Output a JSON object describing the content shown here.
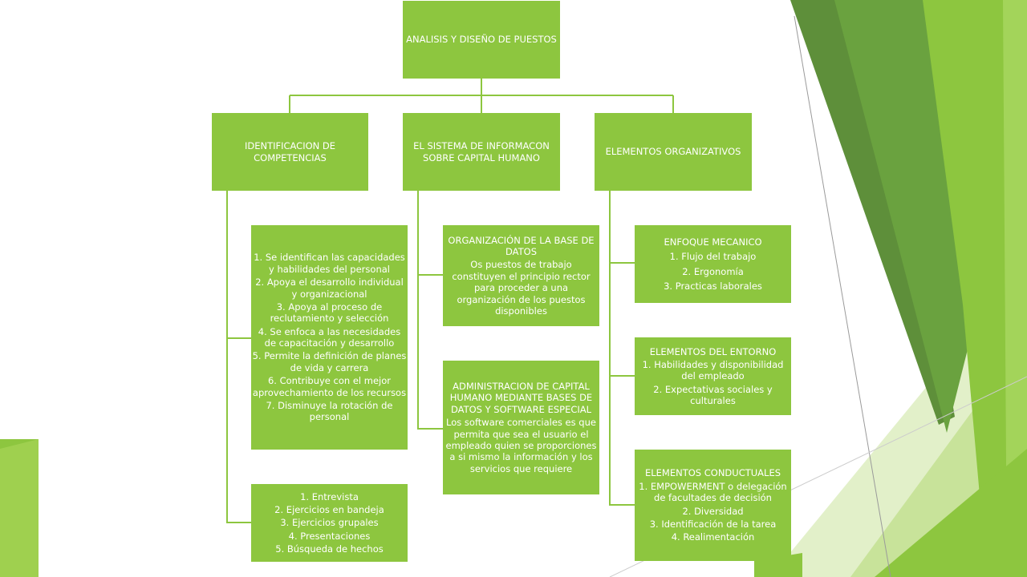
{
  "root": {
    "title": "ANALISIS Y DISEÑO DE PUESTOS"
  },
  "branches": {
    "competencias": {
      "title": "IDENTIFICACION DE COMPETENCIAS",
      "items": [
        "1. Se identifican las capacidades y habilidades del personal",
        "2. Apoya el desarrollo individual y organizacional",
        "3. Apoya al proceso de reclutamiento y selección",
        "4. Se enfoca a las necesidades de capacitación y desarrollo",
        "5. Permite la definición de planes de vida y carrera",
        "6. Contribuye con el mejor aprovechamiento de los recursos",
        "7. Disminuye la rotación de personal"
      ],
      "methods": [
        "1. Entrevista",
        "2. Ejercicios en bandeja",
        "3. Ejercicios grupales",
        "4. Presentaciones",
        "5. Búsqueda de hechos"
      ]
    },
    "sistema": {
      "title": "EL SISTEMA DE INFORMACON SOBRE CAPITAL HUMANO",
      "base_datos": {
        "title": "ORGANIZACIÓN DE LA BASE DE DATOS",
        "text": "Os puestos de trabajo constituyen el principio rector para proceder a una organización de los puestos disponibles"
      },
      "administracion": {
        "title": "ADMINISTRACION DE CAPITAL HUMANO MEDIANTE BASES DE DATOS Y SOFTWARE ESPECIAL",
        "text": "Los software comerciales es que permita que sea el usuario el empleado quien se proporciones a si mismo la información y los servicios que requiere"
      }
    },
    "elementos": {
      "title": "ELEMENTOS ORGANIZATIVOS",
      "mecanico": {
        "title": "ENFOQUE MECANICO",
        "items": [
          "1. Flujo del trabajo",
          "2. Ergonomía",
          "3. Practicas laborales"
        ]
      },
      "entorno": {
        "title": "ELEMENTOS DEL ENTORNO",
        "items": [
          "1. Habilidades y disponibilidad del empleado",
          "2. Expectativas sociales y culturales"
        ]
      },
      "conductuales": {
        "title": "ELEMENTOS CONDUCTUALES",
        "items": [
          "1.  EMPOWERMENT o delegación de facultades de decisión",
          "2. Diversidad",
          "3. Identificación de la tarea",
          "4. Realimentación"
        ]
      }
    }
  },
  "colors": {
    "box": "#8dc63f",
    "connector": "#8dc63f",
    "text": "#ffffff"
  }
}
